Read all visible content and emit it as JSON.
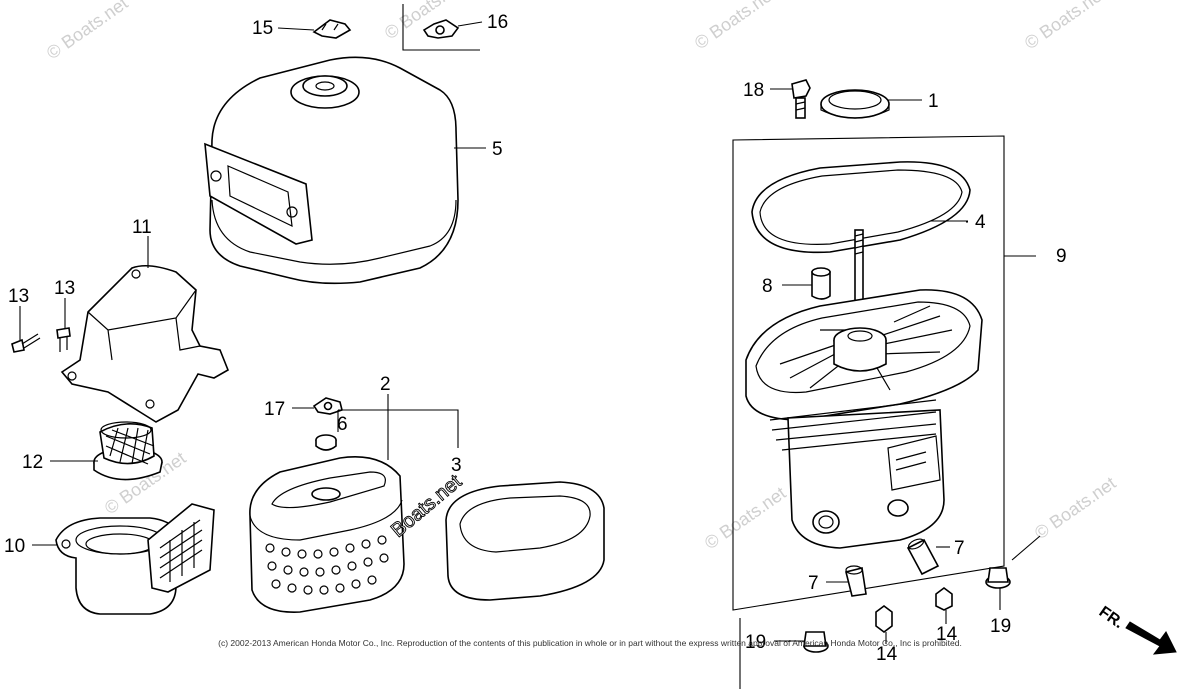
{
  "callouts": {
    "c1": "1",
    "c2": "2",
    "c3": "3",
    "c4": "4",
    "c5": "5",
    "c6": "6",
    "c7a": "7",
    "c7b": "7",
    "c8": "8",
    "c9": "9",
    "c10": "10",
    "c11": "11",
    "c12": "12",
    "c13a": "13",
    "c13b": "13",
    "c14a": "14",
    "c14b": "14",
    "c15": "15",
    "c16": "16",
    "c17": "17",
    "c18": "18",
    "c19a": "19",
    "c19b": "19"
  },
  "watermark": "© Boats.net",
  "center_watermark": "Boats.net",
  "copyright": "(c) 2002-2013 American Honda Motor Co., Inc. Reproduction of the contents of this publication in whole or in part without the express written approval of American Honda Motor Co., Inc is prohibited.",
  "direction_label": "FR."
}
